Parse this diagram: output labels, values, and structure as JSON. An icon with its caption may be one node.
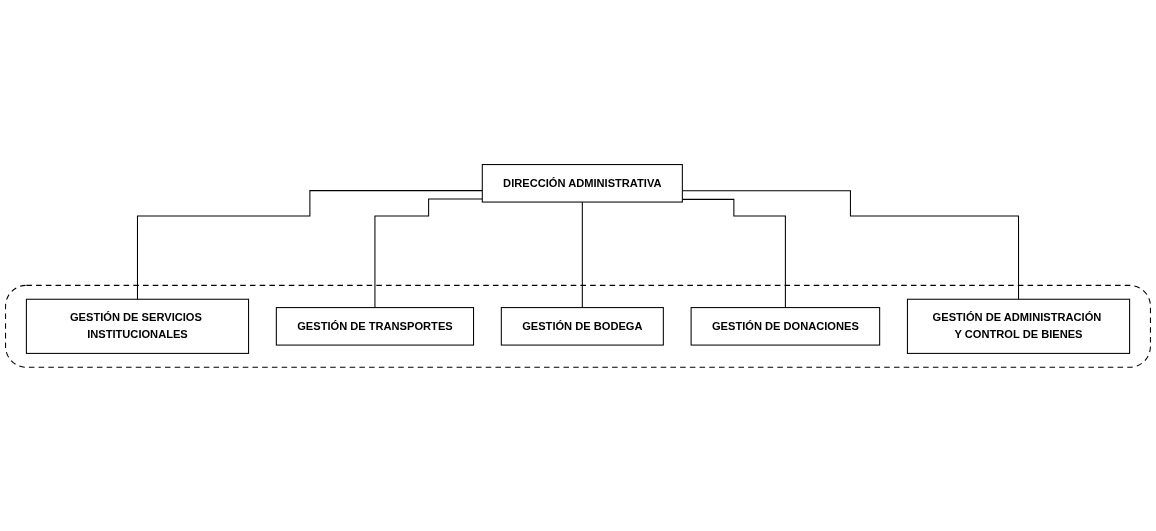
{
  "diagram": {
    "nodes": [
      {
        "text": [
          "DIRECCIÓN ADMINISTRATIVA"
        ]
      },
      {
        "text": [],
        "shape": "box"
      },
      {
        "text": [
          "GESTIÓN DE SERVICIOS INSTITUCIONALES"
        ],
        "in": 1
      },
      {
        "text": [
          "GESTIÓN DE TRANSPORTES"
        ],
        "in": 1
      },
      {
        "text": [
          "GESTIÓN DE BODEGA"
        ],
        "in": 1
      },
      {
        "text": [
          "GESTIÓN DE DONACIONES"
        ],
        "in": 1
      },
      {
        "text": [
          "GESTIÓN DE ADMINISTRACIÓN Y CONTROL DE BIENES"
        ],
        "in": 1
      }
    ],
    "edges": [
      {
        "from": 0,
        "to": 2,
        "arrow": "none"
      },
      {
        "from": 0,
        "to": 3,
        "arrow": "none"
      },
      {
        "from": 0,
        "to": 4,
        "arrow": "none"
      },
      {
        "from": 0,
        "to": 5,
        "arrow": "none"
      },
      {
        "from": 0,
        "to": 6,
        "arrow": "none"
      }
    ]
  }
}
